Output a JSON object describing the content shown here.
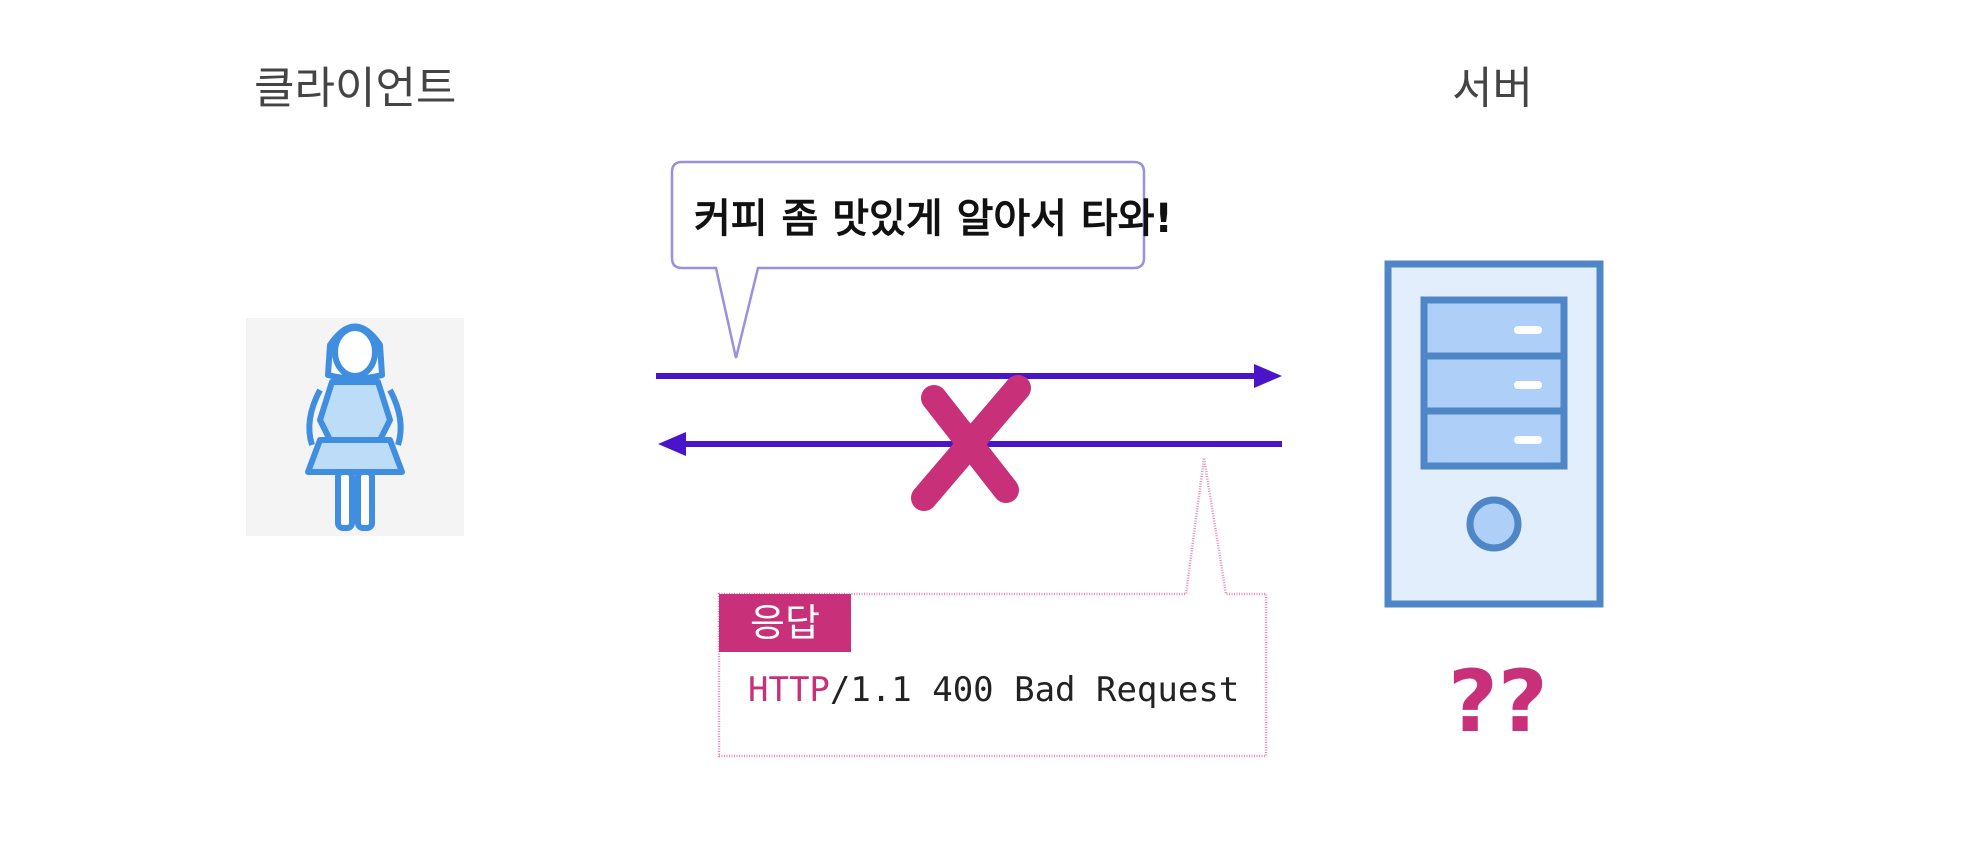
{
  "client": {
    "label": "클라이언트"
  },
  "server": {
    "label": "서버",
    "status": "??"
  },
  "request": {
    "message": "커피 좀 맛있게 알아서 타와!"
  },
  "response": {
    "tag": "응답",
    "protocol": "HTTP",
    "status_line": "/1.1 400 Bad Request"
  },
  "colors": {
    "arrow": "#4a14c8",
    "accent": "#c8307a",
    "request_bubble_border": "#9a90e0",
    "response_bubble_border": "#e58bb8",
    "icon_blue": "#3f8ee0",
    "server_fill": "#e3eefc",
    "server_border": "#4f86c6"
  },
  "icons": {
    "client": "person-icon",
    "server": "server-tower-icon",
    "failure": "x-mark-icon"
  }
}
